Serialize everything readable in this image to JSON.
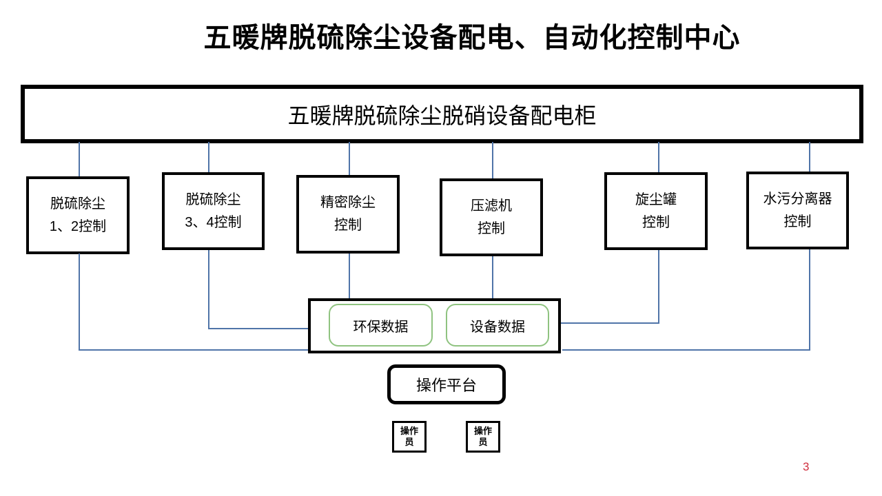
{
  "title": "五暖牌脱硫除尘设备配电、自动化控制中心",
  "main_cabinet": {
    "label": "五暖牌脱硫除尘脱硝设备配电柜"
  },
  "control_boxes": [
    {
      "line1": "脱硫除尘",
      "line2": "1、2控制"
    },
    {
      "line1": "脱硫除尘",
      "line2": "3、4控制"
    },
    {
      "line1": "精密除尘",
      "line2": "控制"
    },
    {
      "line1": "压滤机",
      "line2": "控制"
    },
    {
      "line1": "旋尘罐",
      "line2": "控制"
    },
    {
      "line1": "水污分离器",
      "line2": "控制"
    }
  ],
  "data_panel": {
    "env_label": "环保数据",
    "device_label": "设备数据"
  },
  "platform": {
    "label": "操作平台"
  },
  "operators": [
    {
      "line1": "操作",
      "line2": "员"
    },
    {
      "line1": "操作",
      "line2": "员"
    }
  ],
  "page_number": "3",
  "colors": {
    "connector_line": "#4f74a8",
    "data_pill_border": "#8fc380",
    "page_number": "#d02f3f"
  }
}
